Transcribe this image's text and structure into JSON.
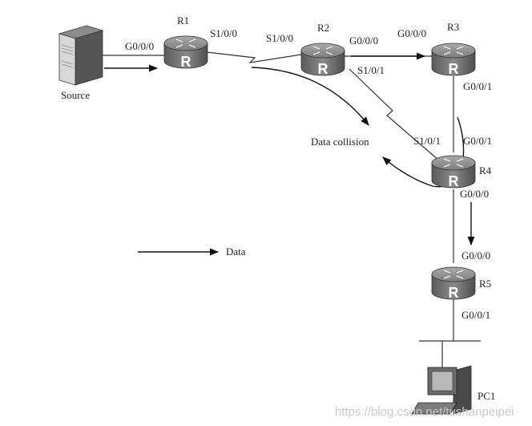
{
  "routers": {
    "r1": {
      "name": "R1",
      "glyph": "R"
    },
    "r2": {
      "name": "R2",
      "glyph": "R"
    },
    "r3": {
      "name": "R3",
      "glyph": "R"
    },
    "r4": {
      "name": "R4",
      "glyph": "R"
    },
    "r5": {
      "name": "R5",
      "glyph": "R"
    }
  },
  "hosts": {
    "source": {
      "name": "Source"
    },
    "pc1": {
      "name": "PC1"
    }
  },
  "interfaces": {
    "r1_g000": "G0/0/0",
    "r1_s100": "S1/0/0",
    "r2_s100": "S1/0/0",
    "r2_g000": "G0/0/0",
    "r2_s101": "S1/0/1",
    "r3_g000": "G0/0/0",
    "r3_g001": "G0/0/1",
    "r4_g001": "G0/0/1",
    "r4_s101": "S1/0/1",
    "r4_g000": "G0/0/0",
    "r5_g000": "G0/0/0",
    "r5_g001": "G0/0/1"
  },
  "annotations": {
    "collision": "Data collision",
    "legend_data": "Data"
  },
  "watermark": "https://blog.csdn.net/tushanpeipei"
}
